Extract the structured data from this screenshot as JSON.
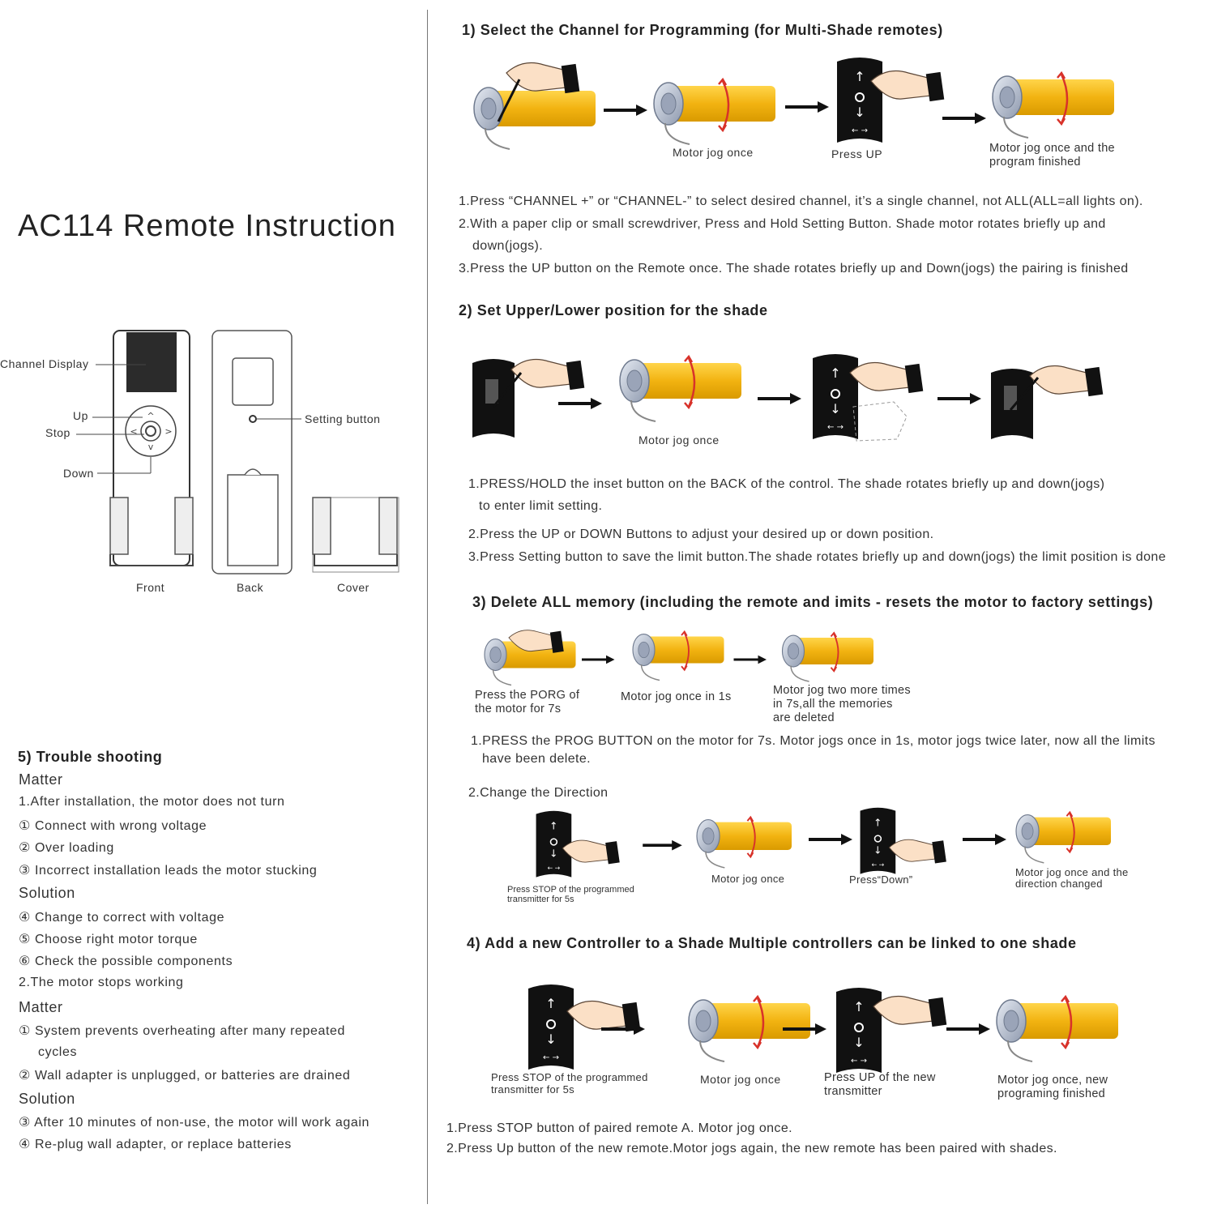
{
  "title": "AC114 Remote Instruction",
  "remote_labels": {
    "channel_display": "Channel Display",
    "up": "Up",
    "stop": "Stop",
    "down": "Down",
    "setting_button": "Setting button",
    "front": "Front",
    "back": "Back",
    "cover": "Cover"
  },
  "section1": {
    "heading": "1) Select the Channel for Programming  (for Multi-Shade remotes)",
    "captions": [
      "Motor jog once",
      "Press UP",
      "Motor jog once and the program finished"
    ],
    "steps": [
      "1.Press “CHANNEL +” or “CHANNEL-” to select desired channel, it’s a single channel, not ALL(ALL=all lights on).",
      "2.With a paper clip or small screwdriver, Press and  Hold  Setting Button. Shade motor  rotates briefly  up and",
      "down(jogs).",
      "3.Press the UP button on the Remote once. The shade  rotates briefly up and Down(jogs) the pairing is finished"
    ]
  },
  "section2": {
    "heading": "2) Set Upper/Lower position for the shade",
    "captions": [
      "Motor jog once"
    ],
    "steps": [
      "1.PRESS/HOLD the inset button on the BACK of  the  control. The shade rotates briefly up and down(jogs)",
      "to enter limit setting.",
      "2.Press the UP or DOWN  Buttons to adjust your desired up or down position.",
      "3.Press Setting button to save the limit button.The shade  rotates briefly up and down(jogs) the limit position is done"
    ]
  },
  "section3": {
    "heading": "3) Delete ALL memory (including the remote and  imits - resets the motor to factory settings)",
    "captions": [
      "Press the PORG of the motor for 7s",
      "Motor jog once in 1s",
      "Motor jog two more times in 7s,all the memories are deleted"
    ],
    "steps": [
      "1.PRESS the PROG BUTTON on the motor for 7s. Motor  jogs once in 1s, motor jogs twice later, now all the limits",
      "have been delete.",
      "2.Change the Direction"
    ],
    "direction_captions": [
      "Press STOP of the programmed transmitter for 5s",
      "Motor jog once",
      "Press“Down”",
      "Motor jog once and the direction changed"
    ]
  },
  "section4": {
    "heading": "4) Add a new Controller to a Shade Multiple controllers can be linked to one shade",
    "captions": [
      "Press STOP of the programmed transmitter for 5s",
      "Motor jog once",
      "Press UP of the new transmitter",
      "Motor jog once, new programing finished"
    ],
    "steps": [
      "1.Press STOP button of paired remote A. Motor jog once.",
      "2.Press Up button of the new remote.Motor jogs again, the new remote has been paired with shades."
    ]
  },
  "section5": {
    "heading": "5) Trouble shooting",
    "lines": [
      "Matter",
      "1.After installation, the motor does not turn",
      "① Connect with wrong voltage",
      "② Over loading",
      "③ Incorrect installation leads the motor stucking",
      "Solution",
      "④ Change to correct with voltage",
      "⑤ Choose right motor torque",
      "⑥ Check the possible components",
      "2.The motor stops working",
      "Matter",
      "① System prevents overheating after many repeated",
      "cycles",
      "② Wall adapter is unplugged, or batteries are drained",
      "Solution",
      "③ After 10 minutes of non-use, the motor will work again",
      "④ Re-plug wall adapter, or replace batteries"
    ]
  },
  "colors": {
    "tube": "#f2b311",
    "tube_dark": "#d99a00",
    "motor_head": "#b7c1d4",
    "arrow_red": "#d8322a",
    "remote_black": "#111111"
  }
}
